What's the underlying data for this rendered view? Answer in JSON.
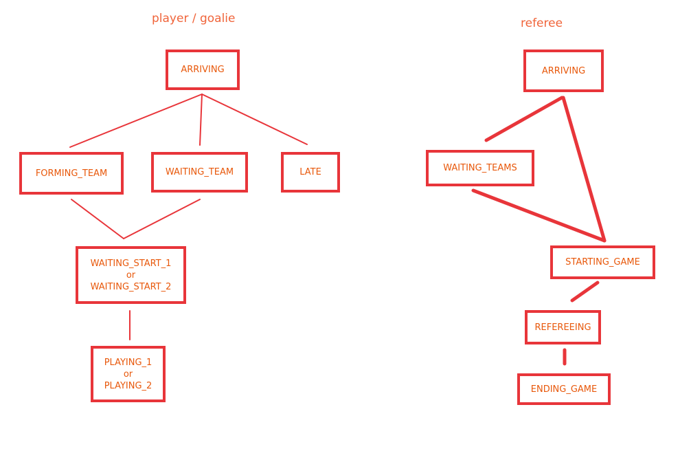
{
  "headings": {
    "player": "player / goalie",
    "referee": "referee"
  },
  "player_states": {
    "arriving": "ARRIVING",
    "forming_team": "FORMING_TEAM",
    "waiting_team": "WAITING_TEAM",
    "late": "LATE",
    "waiting_start_line1": "WAITING_START_1",
    "waiting_start_line2": "or",
    "waiting_start_line3": "WAITING_START_2",
    "playing_line1": "PLAYING_1",
    "playing_line2": "or",
    "playing_line3": "PLAYING_2"
  },
  "referee_states": {
    "arriving": "ARRIVING",
    "waiting_teams": "WAITING_TEAMS",
    "starting_game": "STARTING_GAME",
    "refereeing": "REFEREEING",
    "ending_game": "ENDING_GAME"
  },
  "colors": {
    "box_border": "#e8353a",
    "state_text": "#e8580b",
    "heading_text": "#f0643a",
    "connector": "#e8353a"
  }
}
